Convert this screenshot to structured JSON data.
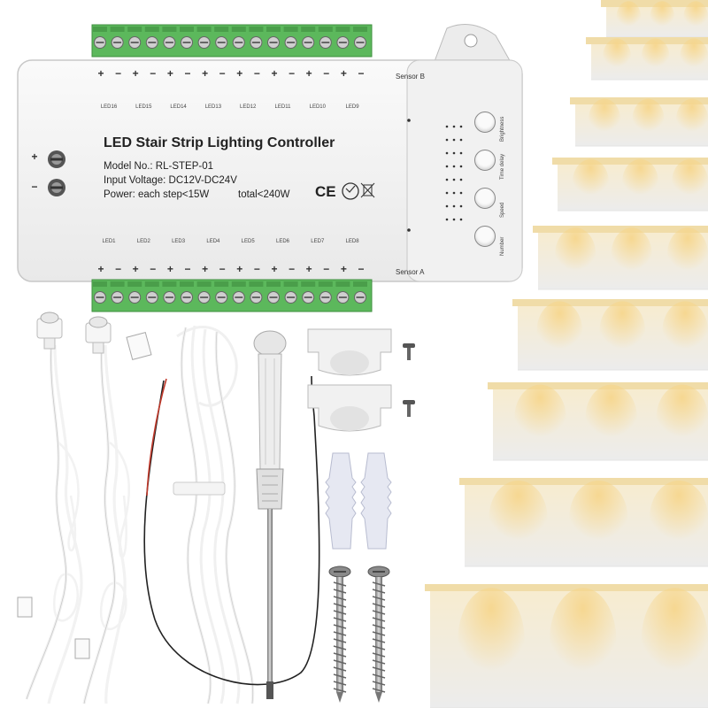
{
  "controller": {
    "title": "LED Stair Strip Lighting Controller",
    "model": "Model No.: RL-STEP-01",
    "input_voltage": "Input Voltage: DC12V-DC24V",
    "power": "Power: each step<15W",
    "total": "total<240W",
    "ce_mark": "CE",
    "rohs_mark": "RoHS",
    "top_leds": [
      "LED16",
      "LED15",
      "LED14",
      "LED13",
      "LED12",
      "LED11",
      "LED10",
      "LED9"
    ],
    "bottom_leds": [
      "LED1",
      "LED2",
      "LED3",
      "LED4",
      "LED5",
      "LED6",
      "LED7",
      "LED8"
    ],
    "buttons": [
      "Brightness",
      "Time delay",
      "Speed",
      "Number"
    ],
    "sensor_top": "Sensor B",
    "sensor_bottom": "Sensor A",
    "power_plus": "+",
    "power_minus": "−",
    "polarity": [
      "+",
      "−",
      "+",
      "−",
      "+",
      "−",
      "+",
      "−",
      "+",
      "−",
      "+",
      "−",
      "+",
      "−",
      "+",
      "−"
    ]
  },
  "colors": {
    "terminal_green": "#5cb85c",
    "case_white": "#f4f4f4",
    "stair_glow": "#f3d9a0"
  },
  "icons": [
    "power-screw-icon",
    "ce-mark-icon",
    "rohs-icon",
    "weee-bin-icon",
    "pir-sensor-icon",
    "screwdriver-icon",
    "screw-icon",
    "wall-anchor-icon",
    "mounting-clip-icon"
  ]
}
